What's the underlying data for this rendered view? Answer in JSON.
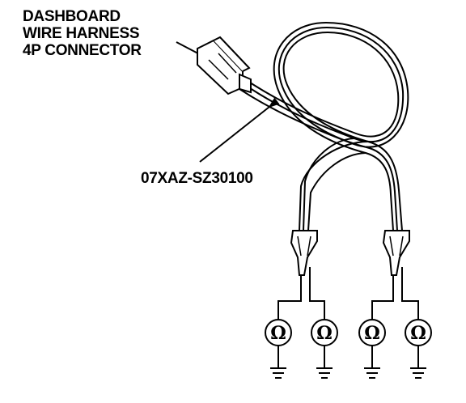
{
  "labels": {
    "connector_lines": [
      "DASHBOARD",
      "WIRE HARNESS",
      "4P CONNECTOR"
    ],
    "part_number": "07XAZ-SZ30100"
  },
  "meters": {
    "symbol": "Ω",
    "count": 4
  }
}
